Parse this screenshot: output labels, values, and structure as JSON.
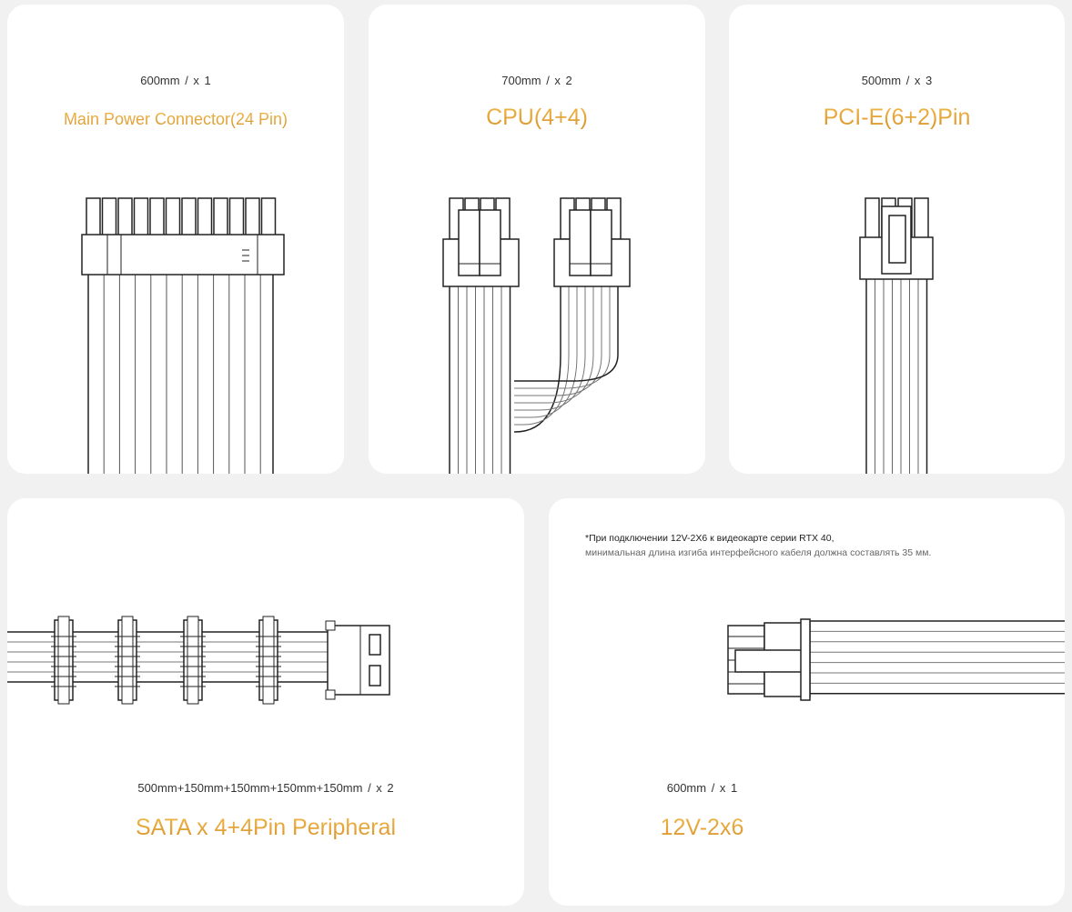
{
  "cards": [
    {
      "spec": "600mm  /  x 1",
      "title": "Main Power Connector(24 Pin)"
    },
    {
      "spec": "700mm  /  x 2",
      "title": "CPU(4+4)"
    },
    {
      "spec": "500mm  /  x 3",
      "title": "PCI-E(6+2)Pin"
    },
    {
      "spec": "500mm+150mm+150mm+150mm+150mm  /  x 2",
      "title": "SATA x 4+4Pin Peripheral"
    },
    {
      "spec": "600mm  /  x 1",
      "title": "12V-2x6",
      "note_line1": "*При подключении 12V-2X6 к видеокарте серии RTX 40,",
      "note_line2": "минимальная длина изгиба интерфейсного кабеля должна составлять 35 мм."
    }
  ],
  "colors": {
    "background": "#f1f1f1",
    "card": "#ffffff",
    "accent": "#e2a23a",
    "line": "#222222"
  }
}
